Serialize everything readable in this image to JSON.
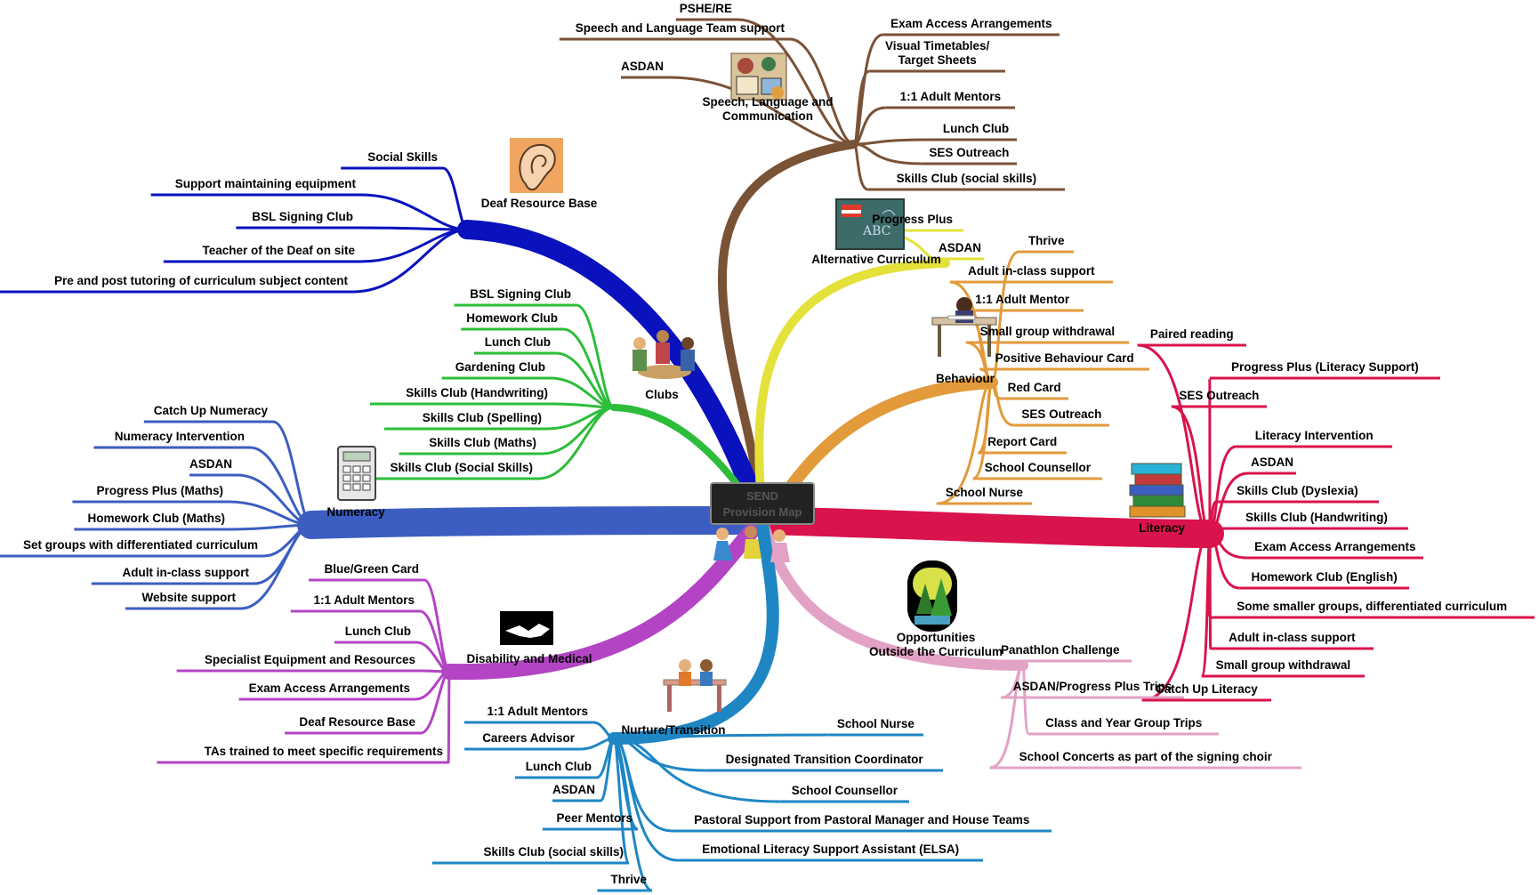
{
  "center_title": [
    "SEND",
    "Provision Map"
  ],
  "branches": [
    {
      "id": "slc",
      "name": [
        "Speech, Language and",
        "Communication"
      ],
      "color": "#7a5236",
      "icon": "speech-communication-collage-icon",
      "items": [
        "PSHE/RE",
        "Speech and Language Team support",
        "ASDAN",
        "Exam Access Arrangements",
        "Visual Timetables/ Target Sheets",
        "1:1 Adult Mentors",
        "Lunch Club",
        "SES Outreach",
        "Skills Club (social skills)"
      ]
    },
    {
      "id": "deaf",
      "name": [
        "Deaf Resource Base"
      ],
      "color": "#0a12bd",
      "icon": "ear-icon",
      "items": [
        "Social Skills",
        "Support maintaining equipment",
        "BSL Signing Club",
        "Teacher of the Deaf on site",
        "Pre and post tutoring of curriculum subject content"
      ]
    },
    {
      "id": "altcur",
      "name": [
        "Alternative Curriculum"
      ],
      "color": "#e3e13a",
      "icon": "chalkboard-icon",
      "items": [
        "Progress Plus",
        "ASDAN"
      ]
    },
    {
      "id": "behaviour",
      "name": [
        "Behaviour"
      ],
      "color": "#e29a3b",
      "icon": "student-at-desk-icon",
      "items": [
        "Thrive",
        "Adult in-class support",
        "1:1 Adult Mentor",
        "Small group withdrawal",
        "Positive Behaviour Card",
        "Red Card",
        "SES Outreach",
        "Report Card",
        "School Counsellor",
        "School Nurse"
      ]
    },
    {
      "id": "clubs",
      "name": [
        "Clubs"
      ],
      "color": "#2dbd3a",
      "icon": "people-at-table-icon",
      "items": [
        "BSL Signing Club",
        "Homework Club",
        "Lunch Club",
        "Gardening Club",
        "Skills Club (Handwriting)",
        "Skills Club (Spelling)",
        "Skills Club (Maths)",
        "Skills Club (Social Skills)"
      ]
    },
    {
      "id": "numeracy",
      "name": [
        "Numeracy"
      ],
      "color": "#3c5ec2",
      "icon": "calculator-icon",
      "items": [
        "Catch Up Numeracy",
        "Numeracy Intervention",
        "ASDAN",
        "Progress Plus (Maths)",
        "Homework Club (Maths)",
        "Set groups with differentiated curriculum",
        "Adult in-class support",
        "Website support"
      ]
    },
    {
      "id": "literacy",
      "name": [
        "Literacy"
      ],
      "color": "#d9134c",
      "icon": "stack-of-books-icon",
      "items": [
        "Paired reading",
        "Progress Plus (Literacy Support)",
        "SES Outreach",
        "Literacy Intervention",
        "ASDAN",
        "Skills Club (Dyslexia)",
        "Skills Club (Handwriting)",
        "Exam Access Arrangements",
        "Homework Club (English)",
        "Some smaller groups, differentiated curriculum",
        "Adult in-class support",
        "Small group withdrawal",
        "Catch Up Literacy"
      ]
    },
    {
      "id": "disability",
      "name": [
        "Disability and Medical"
      ],
      "color": "#b344c4",
      "icon": "handshake-icon",
      "items": [
        "Blue/Green Card",
        "1:1 Adult Mentors",
        "Lunch Club",
        "Specialist Equipment and Resources",
        "Exam Access Arrangements",
        "Deaf Resource Base",
        "TAs trained to meet specific requirements"
      ]
    },
    {
      "id": "opps",
      "name": [
        "Opportunities",
        "Outside the Curriculum"
      ],
      "color": "#e2a2c6",
      "icon": "forest-scene-icon",
      "items": [
        "Panathlon Challenge",
        "ASDAN/Progress Plus Trips",
        "Class and Year Group Trips",
        "School Concerts as part of the signing choir"
      ]
    },
    {
      "id": "nurture",
      "name": [
        "Nurture/Transition"
      ],
      "color": "#1f86c4",
      "icon": "children-on-bench-icon",
      "items": [
        "1:1 Adult Mentors",
        "Careers Advisor",
        "Lunch Club",
        "ASDAN",
        "Peer Mentors",
        "Skills Club (social skills)",
        "Thrive",
        "School Nurse",
        "Designated Transition Coordinator",
        "School Counsellor",
        "Pastoral Support from Pastoral Manager and House Teams",
        "Emotional Literacy Support Assistant (ELSA)"
      ]
    }
  ]
}
